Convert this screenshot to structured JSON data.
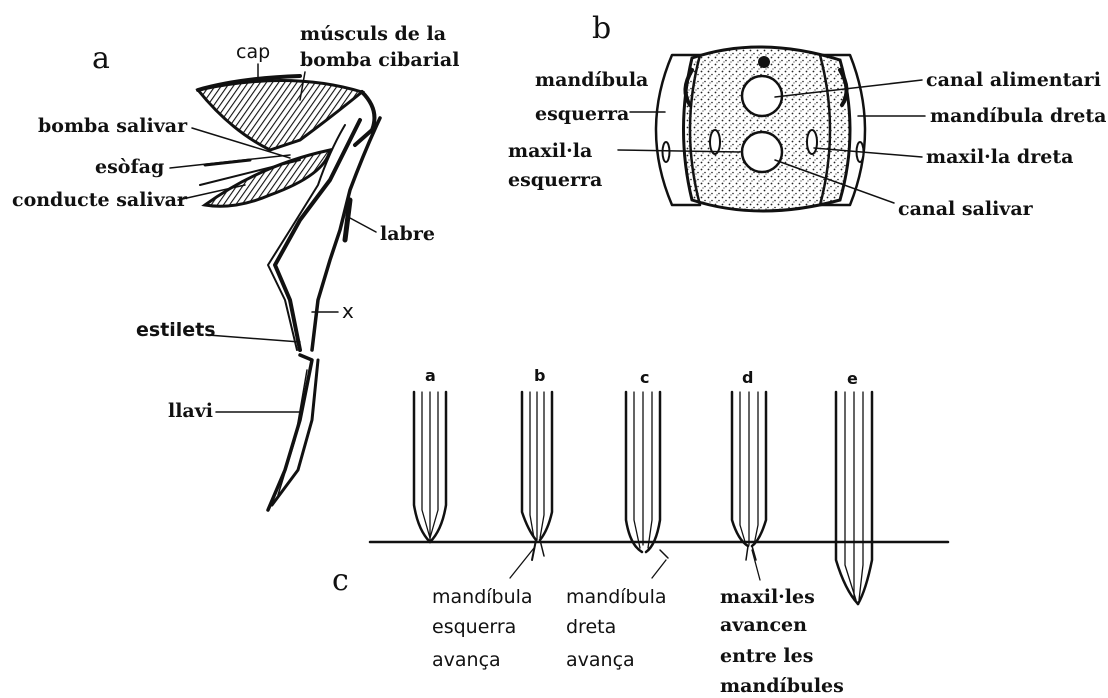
{
  "panel_a": {
    "letter": "a",
    "labels": {
      "cap": "cap",
      "muscles_1": "músculs de la",
      "muscles_2": "bomba cibarial",
      "salivary_pump": "bomba salivar",
      "esophagus": "esòfag",
      "salivary_duct": "conducte salivar",
      "labrum": "labre",
      "x": "x",
      "stylets": "estilets",
      "labium": "llavi"
    }
  },
  "panel_b": {
    "letter": "b",
    "labels": {
      "left_mandible_1": "mandíbula",
      "left_mandible_2": "esquerra",
      "left_maxilla_1": "maxil·la",
      "left_maxilla_2": "esquerra",
      "food_canal": "canal alimentari",
      "right_mandible": "mandíbula dreta",
      "right_maxilla": "maxil·la dreta",
      "salivary_canal": "canal salivar"
    }
  },
  "panel_c": {
    "letter": "c",
    "stages": [
      "a",
      "b",
      "c",
      "d",
      "e"
    ],
    "captions": {
      "b": [
        "mandíbula",
        "esquerra",
        "avança"
      ],
      "c": [
        "mandíbula",
        "dreta",
        "avança"
      ],
      "d": [
        "maxil·les",
        "avancen",
        "entre les",
        "mandíbules"
      ]
    }
  }
}
